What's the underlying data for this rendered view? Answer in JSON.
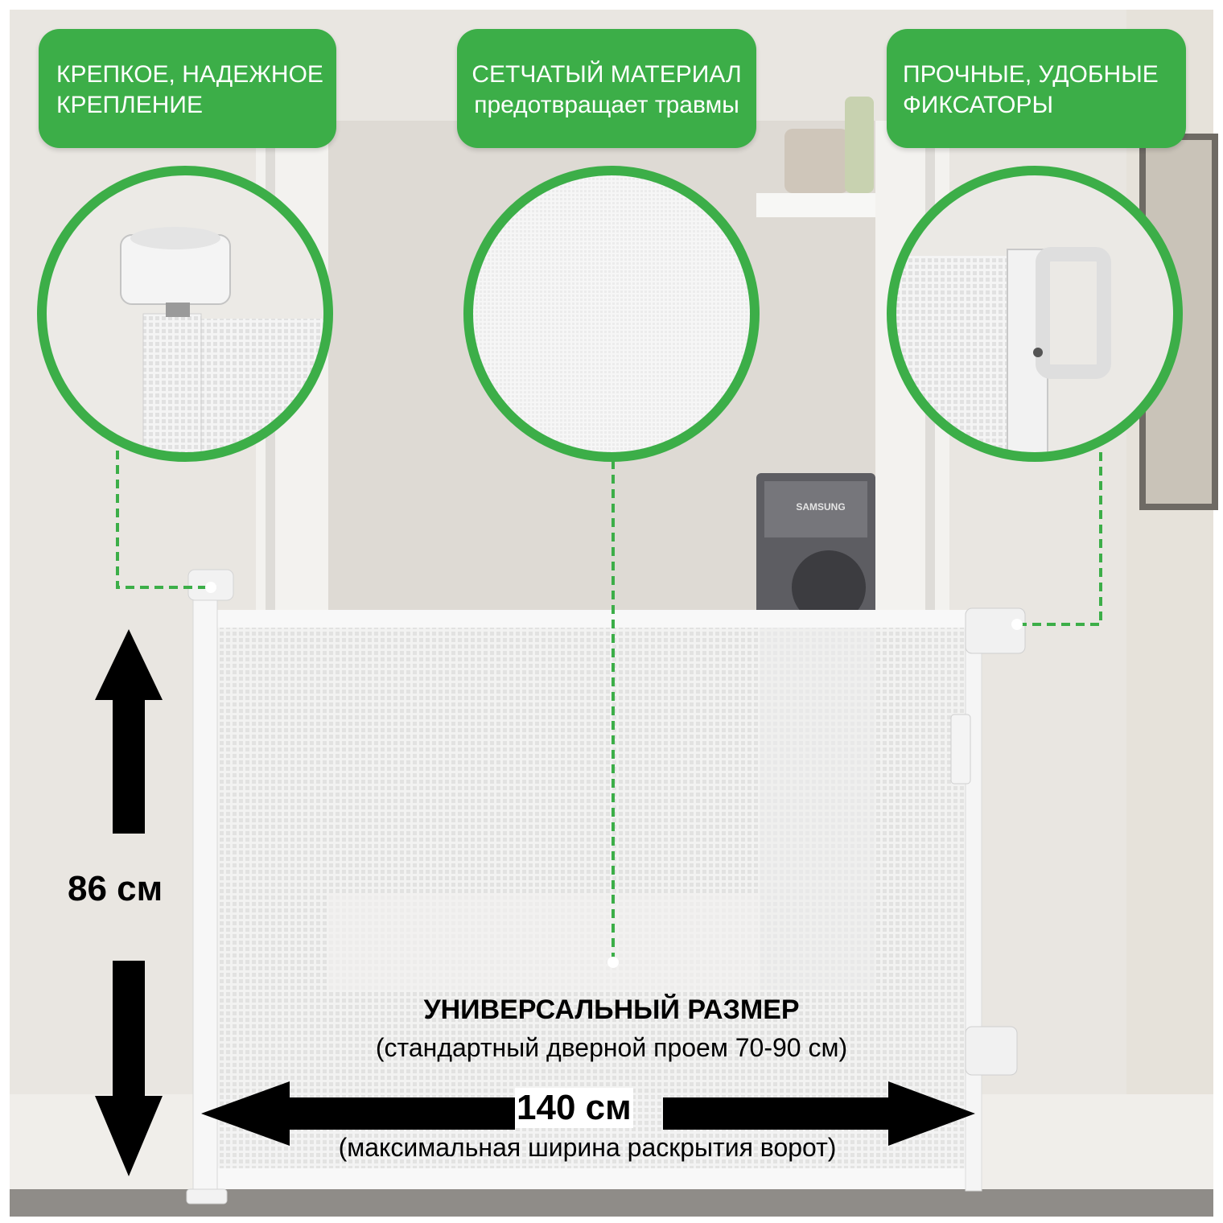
{
  "features": {
    "mount": {
      "line1": "КРЕПКОЕ, НАДЕЖНОЕ",
      "line2": "КРЕПЛЕНИЕ"
    },
    "mesh": {
      "line1": "СЕТЧАТЫЙ МАТЕРИАЛ",
      "line2": "предотвращает травмы"
    },
    "latch": {
      "line1": "ПРОЧНЫЕ, УДОБНЫЕ",
      "line2": "ФИКСАТОРЫ"
    }
  },
  "appliance_brand": "SAMSUNG",
  "dimensions": {
    "height": "86 см",
    "width": "140 см",
    "width_note": "(максимальная ширина раскрытия ворот)"
  },
  "size": {
    "title": "УНИВЕРСАЛЬНЫЙ РАЗМЕР",
    "note": "(стандартный дверной проем 70-90 см)"
  },
  "colors": {
    "accent": "#3cae48",
    "wall": "#ece9e4",
    "gate": "#f5f5f5"
  }
}
